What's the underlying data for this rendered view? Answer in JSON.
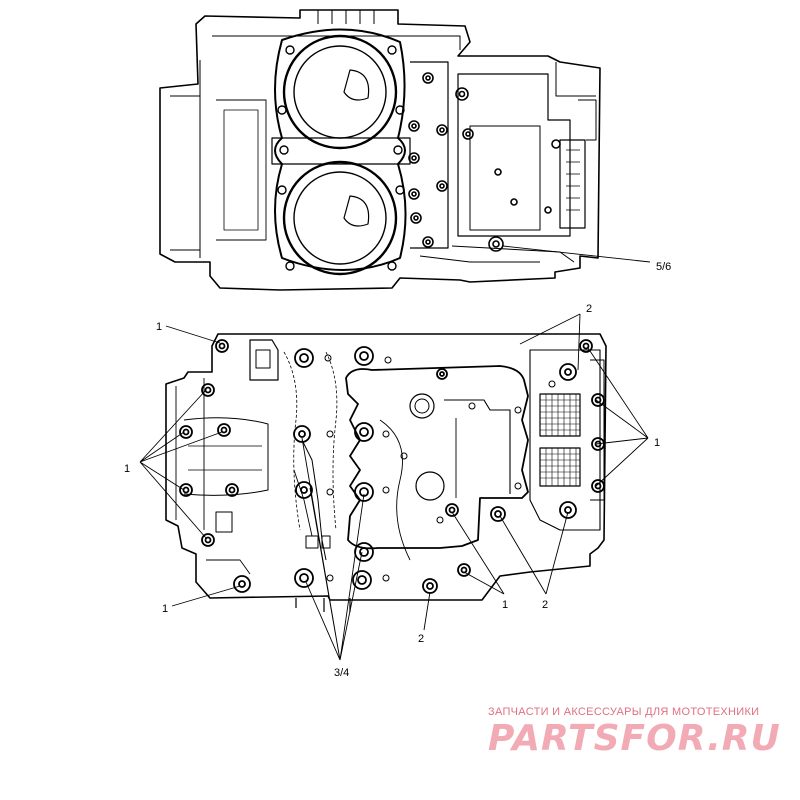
{
  "callouts": {
    "upper_5_6": "5/6",
    "top_1": "1",
    "top_2": "2",
    "left_1": "1",
    "right_1": "1",
    "bottom_left_1": "1",
    "bottom_3_4": "3/4",
    "bottom_2": "2",
    "bottom_mid_1": "1",
    "bottom_right_2": "2"
  },
  "watermark": {
    "tagline": "ЗАПЧАСТИ И АКСЕССУАРЫ ДЛЯ МОТОТЕХНИКИ",
    "logo": "PARTSFOR.RU"
  }
}
